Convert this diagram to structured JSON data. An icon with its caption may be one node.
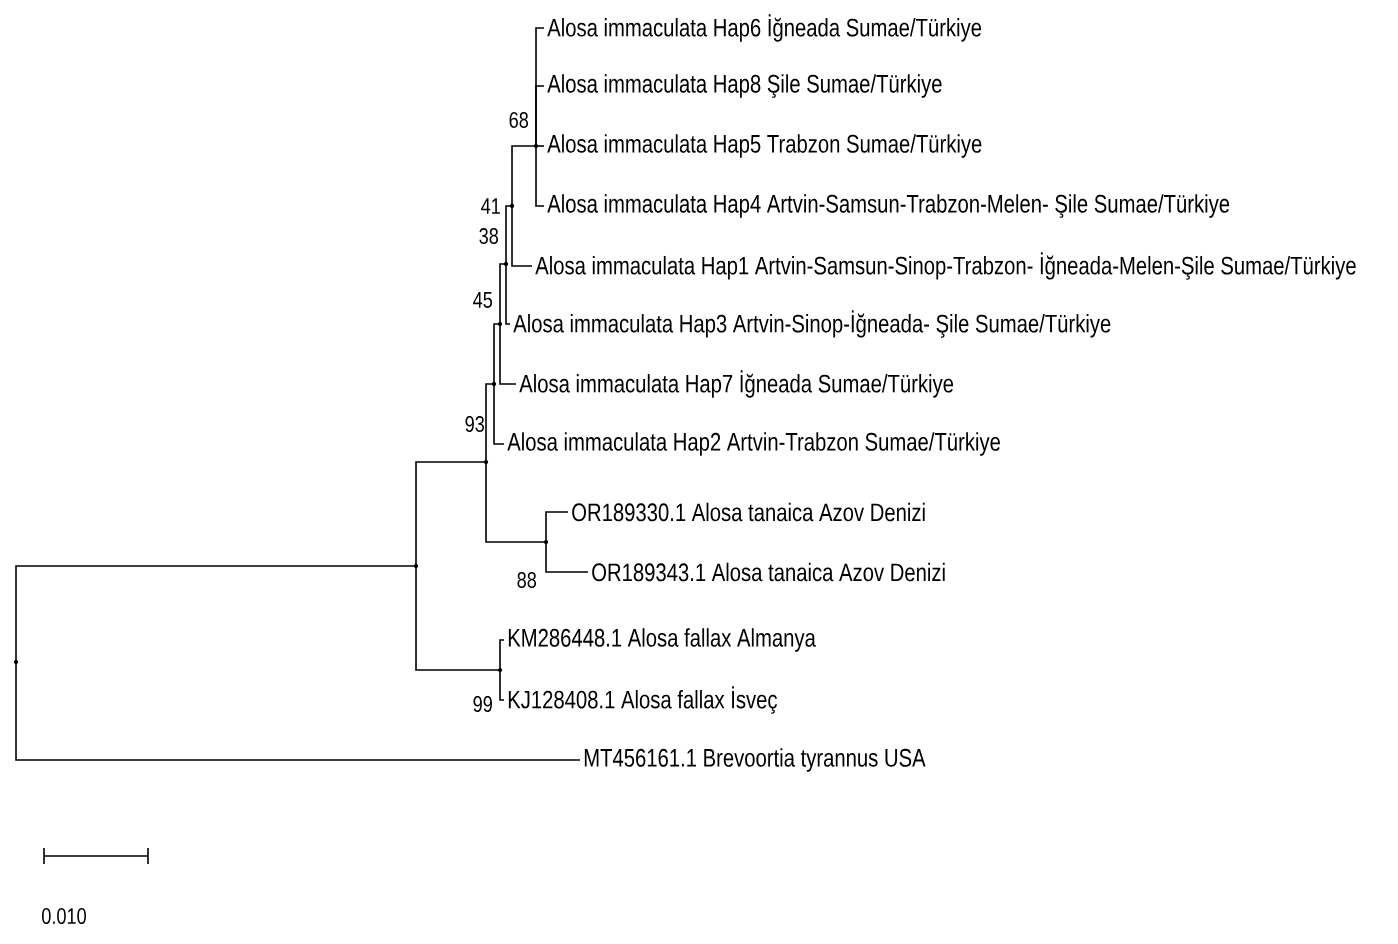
{
  "diagram": {
    "nodes": [
      {
        "text": [
          "Alosa immaculata Hap6 İğneada Sumae/Türkiye"
        ]
      },
      {
        "text": [
          "Alosa immaculata Hap8 Şile Sumae/Türkiye"
        ]
      },
      {
        "text": [
          "Alosa immaculata Hap5 Trabzon Sumae/Türkiye"
        ]
      },
      {
        "text": [
          "Alosa immaculata Hap4 Artvin-Samsun-Trabzon-Melen- Şile Sumae/Türkiye"
        ]
      },
      {
        "text": [
          "Alosa immaculata Hap1 Artvin-Samsun-Sinop-Trabzon- İğneada-Melen-Şile Sumae/Türkiye"
        ]
      },
      {
        "text": [
          "Alosa immaculata Hap3 Artvin-Sinop-İğneada- Şile Sumae/Türkiye"
        ]
      },
      {
        "text": [
          "Alosa immaculata Hap7 İğneada Sumae/Türkiye"
        ]
      },
      {
        "text": [
          "Alosa immaculata Hap2 Artvin-Trabzon Sumae/Türkiye"
        ]
      },
      {
        "text": [
          "OR189330.1 Alosa tanaica Azov Denizi"
        ]
      },
      {
        "text": [
          "OR189343.1 Alosa tanaica Azov Denizi"
        ]
      },
      {
        "text": [
          "KM286448.1 Alosa fallax Almanya"
        ]
      },
      {
        "text": [
          "KJ128408.1 Alosa fallax İsveç"
        ]
      },
      {
        "text": [
          "MT456161.1 Brevoortia tyrannus USA"
        ]
      },
      {
        "text": [],
        "shape": "point"
      },
      {
        "text": [],
        "shape": "point"
      },
      {
        "text": [],
        "shape": "point"
      },
      {
        "text": [],
        "shape": "point",
        "beside": [
          "93"
        ]
      },
      {
        "text": [],
        "shape": "point",
        "beside": [
          "45"
        ]
      },
      {
        "text": [],
        "shape": "point",
        "beside": [
          "38"
        ]
      },
      {
        "text": [],
        "shape": "point",
        "beside": [
          "41"
        ]
      },
      {
        "text": [],
        "shape": "point",
        "beside": [
          "68"
        ]
      },
      {
        "text": [],
        "shape": "point",
        "beside": [
          "88"
        ]
      },
      {
        "text": [],
        "shape": "point",
        "beside": [
          "99"
        ]
      }
    ],
    "edges": [
      {
        "from": 13,
        "to": 14,
        "arrow": "none"
      },
      {
        "from": 13,
        "to": 12,
        "arrow": "none"
      },
      {
        "from": 14,
        "to": 15,
        "arrow": "none"
      },
      {
        "from": 14,
        "to": 22,
        "arrow": "none"
      },
      {
        "from": 15,
        "to": 16,
        "arrow": "none"
      },
      {
        "from": 15,
        "to": 21,
        "arrow": "none"
      },
      {
        "from": 16,
        "to": 17,
        "arrow": "none"
      },
      {
        "from": 16,
        "to": 7,
        "arrow": "none"
      },
      {
        "from": 17,
        "to": 18,
        "arrow": "none"
      },
      {
        "from": 17,
        "to": 6,
        "arrow": "none"
      },
      {
        "from": 18,
        "to": 19,
        "arrow": "none"
      },
      {
        "from": 18,
        "to": 5,
        "arrow": "none"
      },
      {
        "from": 19,
        "to": 20,
        "arrow": "none"
      },
      {
        "from": 19,
        "to": 4,
        "arrow": "none"
      },
      {
        "from": 20,
        "to": 0,
        "arrow": "none"
      },
      {
        "from": 20,
        "to": 1,
        "arrow": "none"
      },
      {
        "from": 20,
        "to": 2,
        "arrow": "none"
      },
      {
        "from": 20,
        "to": 3,
        "arrow": "none"
      },
      {
        "from": 21,
        "to": 8,
        "arrow": "none"
      },
      {
        "from": 21,
        "to": 9,
        "arrow": "none"
      },
      {
        "from": 22,
        "to": 10,
        "arrow": "none"
      },
      {
        "from": 22,
        "to": 11,
        "arrow": "none"
      }
    ],
    "labels": [
      "0.010"
    ]
  }
}
